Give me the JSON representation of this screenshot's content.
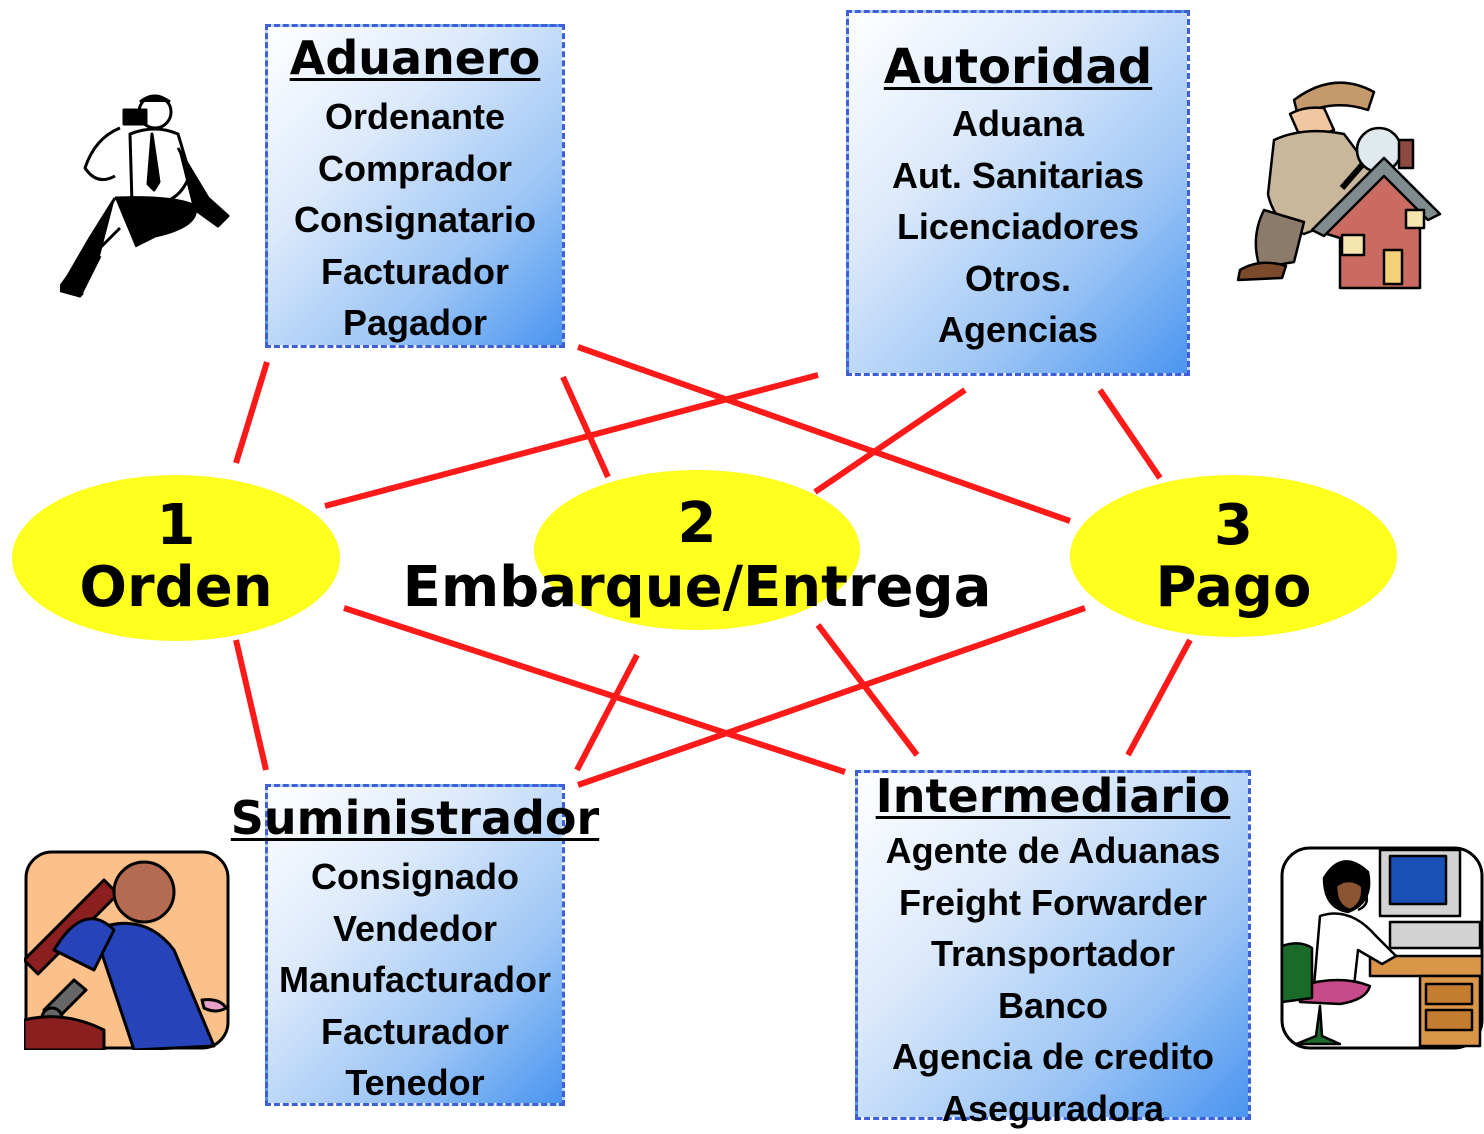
{
  "colors": {
    "link": "#ff1a1a",
    "node": "#ffff1e",
    "box_border": "#3f5fd6"
  },
  "boxes": {
    "aduanero": {
      "title": "Aduanero",
      "items": [
        "Ordenante",
        "Comprador",
        "Consignatario",
        "Facturador",
        "Pagador"
      ]
    },
    "autoridad": {
      "title": "Autoridad",
      "items": [
        "Aduana",
        "Aut. Sanitarias",
        "Licenciadores",
        "Otros.",
        "Agencias"
      ]
    },
    "suministrador": {
      "title": "Suministrador",
      "items": [
        "Consignado",
        "Vendedor",
        "Manufacturador",
        "Facturador",
        "Tenedor"
      ]
    },
    "intermediario": {
      "title": "Intermediario",
      "items": [
        "Agente de Aduanas",
        "Freight Forwarder",
        "Transportador",
        "Banco",
        "Agencia de credito",
        "Aseguradora"
      ]
    }
  },
  "nodes": {
    "orden": {
      "number": "1",
      "label": "Orden"
    },
    "embarque": {
      "number": "2",
      "label": "Embarque/Entrega"
    },
    "pago": {
      "number": "3",
      "label": "Pago"
    }
  },
  "clipart": {
    "businessman": "businessman-phone-icon",
    "inspector": "inspector-magnifier-house-icon",
    "mechanic": "mechanic-wrench-icon",
    "operator": "computer-operator-headset-icon"
  }
}
